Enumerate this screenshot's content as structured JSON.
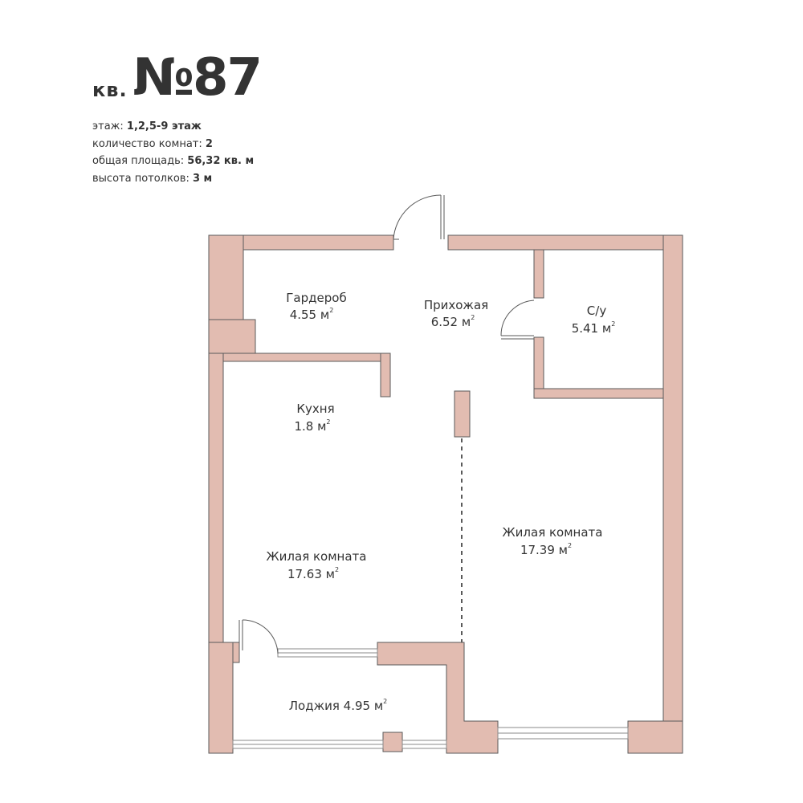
{
  "header": {
    "prefix": "кв.",
    "number": "№87"
  },
  "info": [
    {
      "label": "этаж:",
      "value": "1,2,5-9 этаж"
    },
    {
      "label": "количество комнат:",
      "value": "2"
    },
    {
      "label": "общая площадь:",
      "value": "56,32 кв. м"
    },
    {
      "label": "высота потолков:",
      "value": "3 м"
    }
  ],
  "rooms": {
    "wardrobe": {
      "name": "Гардероб",
      "area": "4.55 м"
    },
    "hallway": {
      "name": "Прихожая",
      "area": "6.52 м"
    },
    "bathroom": {
      "name": "С/у",
      "area": "5.41 м"
    },
    "kitchen": {
      "name": "Кухня",
      "area": "1.8 м"
    },
    "living_left": {
      "name": "Жилая комната",
      "area": "17.63 м"
    },
    "living_right": {
      "name": "Жилая комната",
      "area": "17.39 м"
    },
    "loggia": {
      "name": "Лоджия 4.95 м"
    }
  },
  "area_unit_power": "2",
  "colors": {
    "wall": "#e2bcb1",
    "stroke": "#5a5a5a",
    "text": "#333333",
    "window": "#8a8a8a"
  }
}
